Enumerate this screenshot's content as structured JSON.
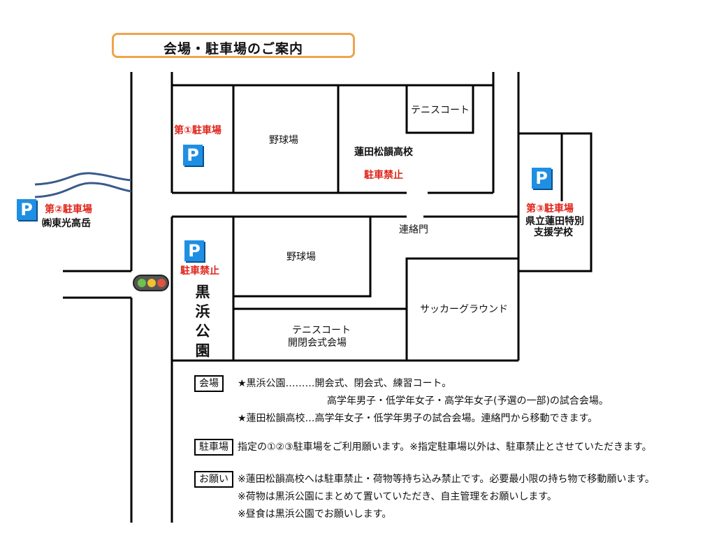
{
  "title": "会場・駐車場のご案内",
  "map": {
    "parking1": "第①駐車場",
    "parking2": "第②駐車場",
    "parking3": "第③駐車場",
    "p_letter": "P",
    "baseball_top": "野球場",
    "school": "蓮田松韻高校",
    "no_parking_school": "駐車禁止",
    "tennis_top": "テニスコート",
    "company": "㈱東光高岳",
    "gate": "連絡門",
    "baseball_bottom": "野球場",
    "no_parking_park": "駐車禁止",
    "park_chars": [
      "黒",
      "浜",
      "公",
      "園"
    ],
    "soccer": "サッカーグラウンド",
    "tennis_bottom_1": "テニスコート",
    "tennis_bottom_2": "開閉会式会場",
    "special_school_1": "県立蓮田特別",
    "special_school_2": "支援学校"
  },
  "info": {
    "venue_label": "会場",
    "venue_line1": "★黒浜公園………開会式、閉会式、練習コート。",
    "venue_line2": "高学年男子・低学年女子・高学年女子(予選の一部)の試合会場。",
    "venue_line3": "★蓮田松韻高校…高学年女子・低学年男子の試合会場。連絡門から移動できます。",
    "parking_label": "駐車場",
    "parking_line1": "指定の①②③駐車場をご利用願います。※指定駐車場以外は、駐車禁止とさせていただきます。",
    "request_label": "お願い",
    "request_line1": "※蓮田松韻高校へは駐車禁止・荷物等持ち込み禁止です。必要最小限の持ち物で移動願います。",
    "request_line2": "※荷物は黒浜公園にまとめて置いていただき、自主管理をお願いします。",
    "request_line3": "※昼食は黒浜公園でお願いします。"
  },
  "colors": {
    "title_border": "#f0a34c",
    "parking_sign": "#1f8fe4",
    "warning_text": "#e0251b",
    "river": "#3a5a8c"
  },
  "icons": [
    "parking-sign-icon",
    "traffic-light-icon",
    "river-icon"
  ]
}
